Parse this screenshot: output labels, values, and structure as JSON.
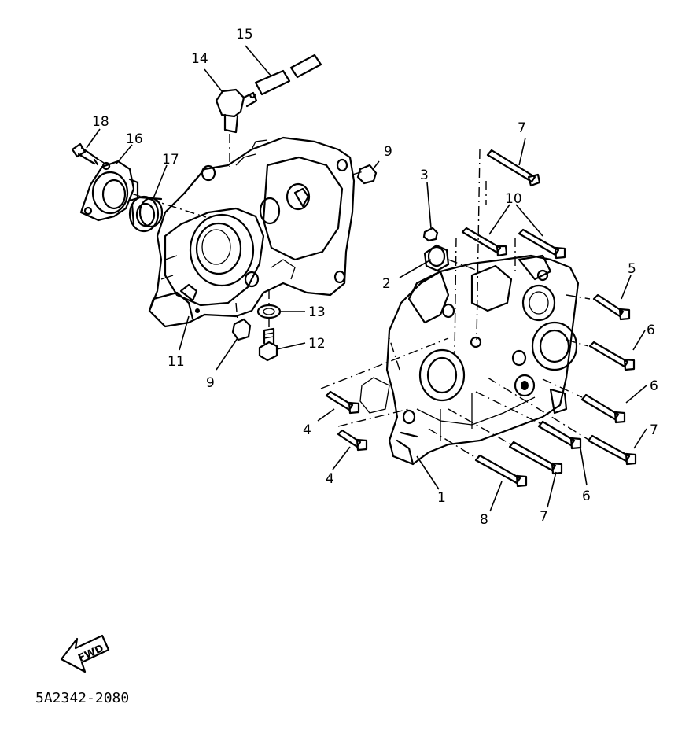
{
  "diagram": {
    "part_code": "5A2342-2080",
    "direction_label": "FWD",
    "callouts": [
      {
        "id": "c1",
        "text": "1"
      },
      {
        "id": "c2",
        "text": "2"
      },
      {
        "id": "c3",
        "text": "3"
      },
      {
        "id": "c4a",
        "text": "4"
      },
      {
        "id": "c4b",
        "text": "4"
      },
      {
        "id": "c5",
        "text": "5"
      },
      {
        "id": "c6a",
        "text": "6"
      },
      {
        "id": "c6b",
        "text": "6"
      },
      {
        "id": "c6c",
        "text": "6"
      },
      {
        "id": "c7a",
        "text": "7"
      },
      {
        "id": "c7b",
        "text": "7"
      },
      {
        "id": "c7c",
        "text": "7"
      },
      {
        "id": "c8",
        "text": "8"
      },
      {
        "id": "c9a",
        "text": "9"
      },
      {
        "id": "c9b",
        "text": "9"
      },
      {
        "id": "c10",
        "text": "10"
      },
      {
        "id": "c11",
        "text": "11"
      },
      {
        "id": "c12",
        "text": "12"
      },
      {
        "id": "c13",
        "text": "13"
      },
      {
        "id": "c14",
        "text": "14"
      },
      {
        "id": "c15",
        "text": "15"
      },
      {
        "id": "c16",
        "text": "16"
      },
      {
        "id": "c17",
        "text": "17"
      },
      {
        "id": "c18",
        "text": "18"
      }
    ]
  }
}
